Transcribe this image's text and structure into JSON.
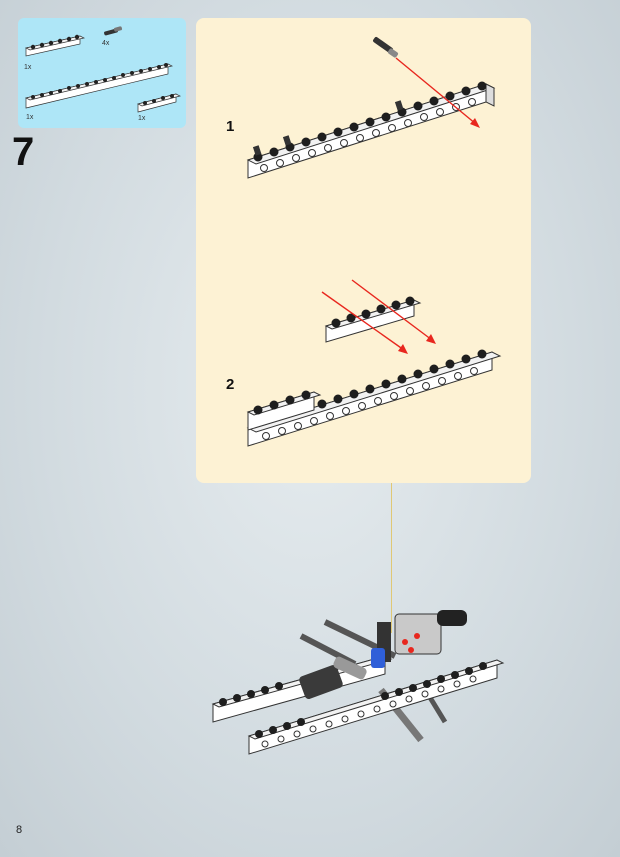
{
  "parts": [
    {
      "name": "technic-brick-1x6",
      "qty": "1x"
    },
    {
      "name": "connector-peg",
      "qty": "4x"
    },
    {
      "name": "technic-brick-1x16",
      "qty": "1x"
    },
    {
      "name": "technic-brick-1x4",
      "qty": "1x"
    }
  ],
  "step": {
    "number": "7"
  },
  "substeps": [
    {
      "label": "1"
    },
    {
      "label": "2"
    }
  ],
  "page": {
    "number": "8"
  },
  "colors": {
    "parts_bg": "#aee6f7",
    "substep_bg": "#fdf2d4",
    "arrow": "#e8271e",
    "brick_white": "#ffffff",
    "brick_dark": "#222222"
  }
}
